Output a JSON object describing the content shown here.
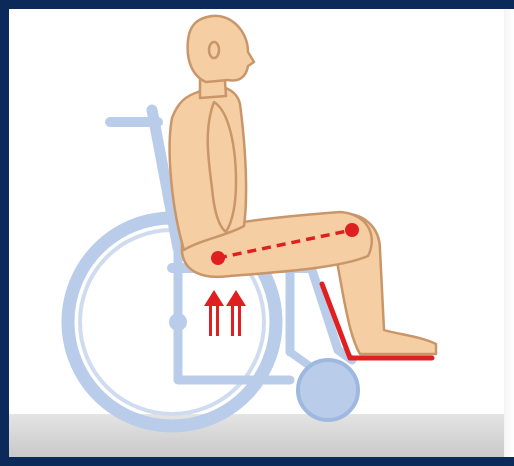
{
  "illustration": {
    "subject": "seated-person-in-wheelchair",
    "colors": {
      "frame": "#0b2a5a",
      "wheelchair": "#b9cdea",
      "wheelchair_dark": "#9fb8df",
      "skin": "#f5cfa3",
      "skin_outline": "#c9966a",
      "indicator": "#e02020",
      "floor": "#d4d4d4"
    },
    "icons": [
      "thigh-support-line",
      "pressure-arrow",
      "footrest-highlight"
    ]
  }
}
